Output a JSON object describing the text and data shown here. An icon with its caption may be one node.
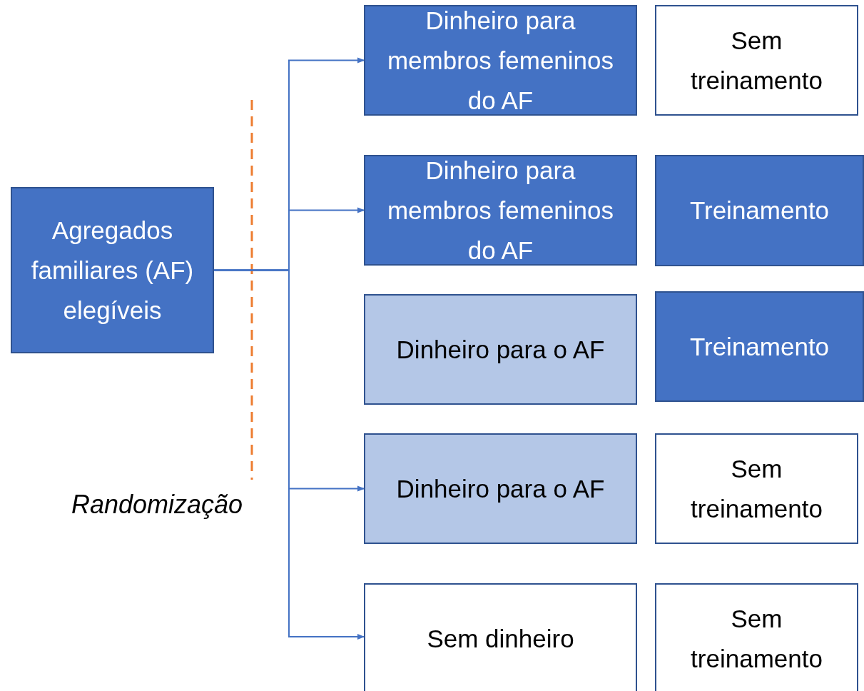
{
  "diagram": {
    "nodes": [
      {
        "text": [
          "Agregados familiares (AF) elegíveis"
        ]
      },
      {
        "text": [
          "Dinheiro para membros femeninos do AF"
        ]
      },
      {
        "text": [
          "Sem treinamento"
        ]
      },
      {
        "text": [
          "Dinheiro para membros femeninos do AF"
        ]
      },
      {
        "text": [
          "Treinamento"
        ]
      },
      {
        "text": [
          "Dinheiro para o AF"
        ]
      },
      {
        "text": [
          "Treinamento"
        ]
      },
      {
        "text": [
          "Dinheiro para o AF"
        ]
      },
      {
        "text": [
          "Sem treinamento"
        ]
      },
      {
        "text": [
          "Sem dinheiro"
        ]
      },
      {
        "text": [
          "Sem treinamento"
        ]
      }
    ],
    "edges": [
      {
        "from": 0,
        "to": 1,
        "arrow": "to"
      },
      {
        "from": 0,
        "to": 3,
        "arrow": "to"
      },
      {
        "from": 0,
        "to": 7,
        "arrow": "to"
      },
      {
        "from": 0,
        "to": 9,
        "arrow": "to"
      }
    ],
    "labels": [
      "Randomização"
    ]
  }
}
